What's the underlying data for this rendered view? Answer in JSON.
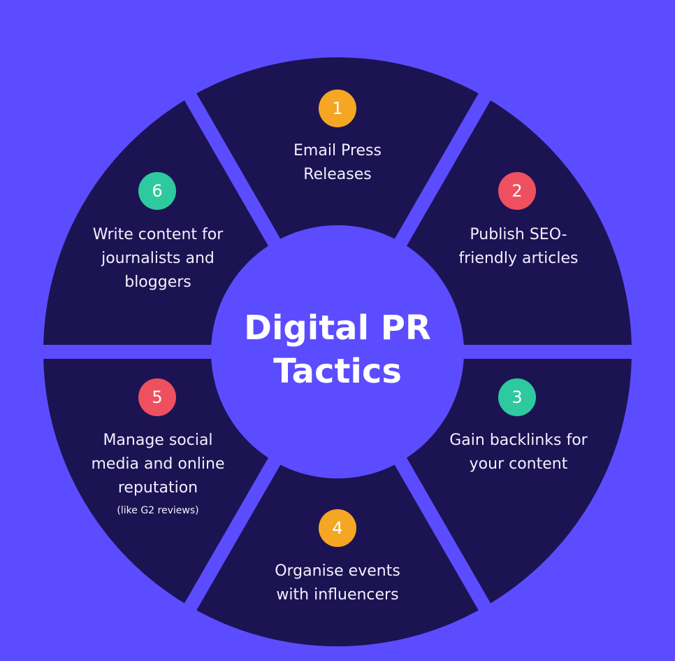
{
  "title": "Digital PR Tactics",
  "colors": {
    "background": "#5b4cff",
    "segment": "#1c1352",
    "orange": "#f5a623",
    "red": "#ef5060",
    "teal": "#2ec99e"
  },
  "tactics": [
    {
      "number": "1",
      "label": "Email Press Releases",
      "color": "#f5a623"
    },
    {
      "number": "2",
      "label": "Publish SEO-friendly articles",
      "color": "#ef5060"
    },
    {
      "number": "3",
      "label": "Gain backlinks for your content",
      "color": "#2ec99e"
    },
    {
      "number": "4",
      "label": "Organise events with influencers",
      "color": "#f5a623"
    },
    {
      "number": "5",
      "label": "Manage social media and online reputation",
      "note": "(like G2 reviews)",
      "color": "#ef5060"
    },
    {
      "number": "6",
      "label": "Write content for journalists and bloggers",
      "color": "#2ec99e"
    }
  ]
}
